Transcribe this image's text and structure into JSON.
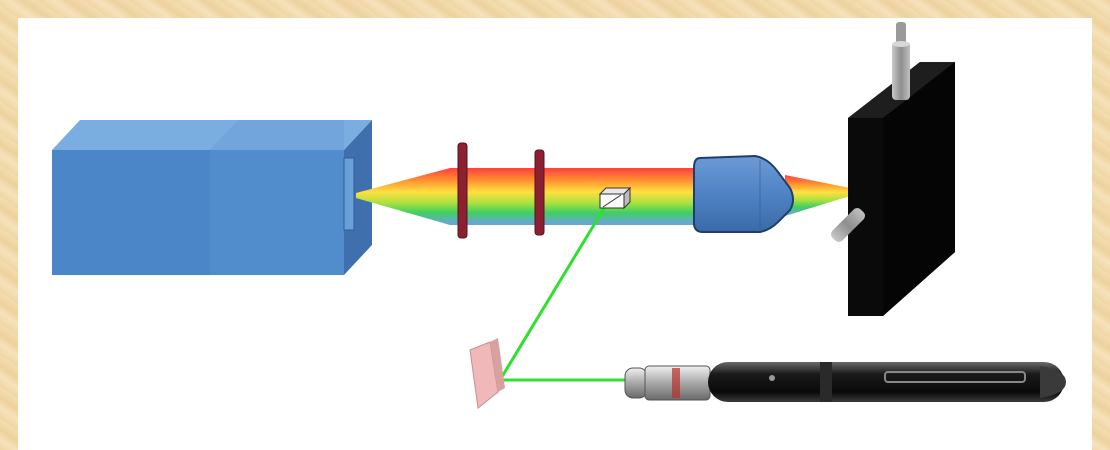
{
  "diagram": {
    "components": [
      {
        "id": "laser-source-box",
        "icon": "blue-box"
      },
      {
        "id": "spectrum-beam",
        "icon": "rainbow-beam"
      },
      {
        "id": "filter-disk-1",
        "icon": "dark-red-disk"
      },
      {
        "id": "filter-disk-2",
        "icon": "dark-red-disk"
      },
      {
        "id": "beam-splitter",
        "icon": "small-white-cube"
      },
      {
        "id": "objective-lens",
        "icon": "blue-lens"
      },
      {
        "id": "sample-block",
        "icon": "black-block"
      },
      {
        "id": "reflecting-mirror",
        "icon": "pink-mirror"
      },
      {
        "id": "green-laser-pointer",
        "icon": "laser-pen"
      }
    ],
    "colors": {
      "frame": "#f2dcae",
      "box_front": "#4a86c8",
      "box_top": "#7aaee0",
      "box_side": "#3f70ad",
      "filter": "#8a2030",
      "green_beam": "#2fe02f",
      "lens": "#4f83c4",
      "block": "#0a0a0a",
      "mirror": "#f0b8b8",
      "pen": "#141414"
    }
  }
}
